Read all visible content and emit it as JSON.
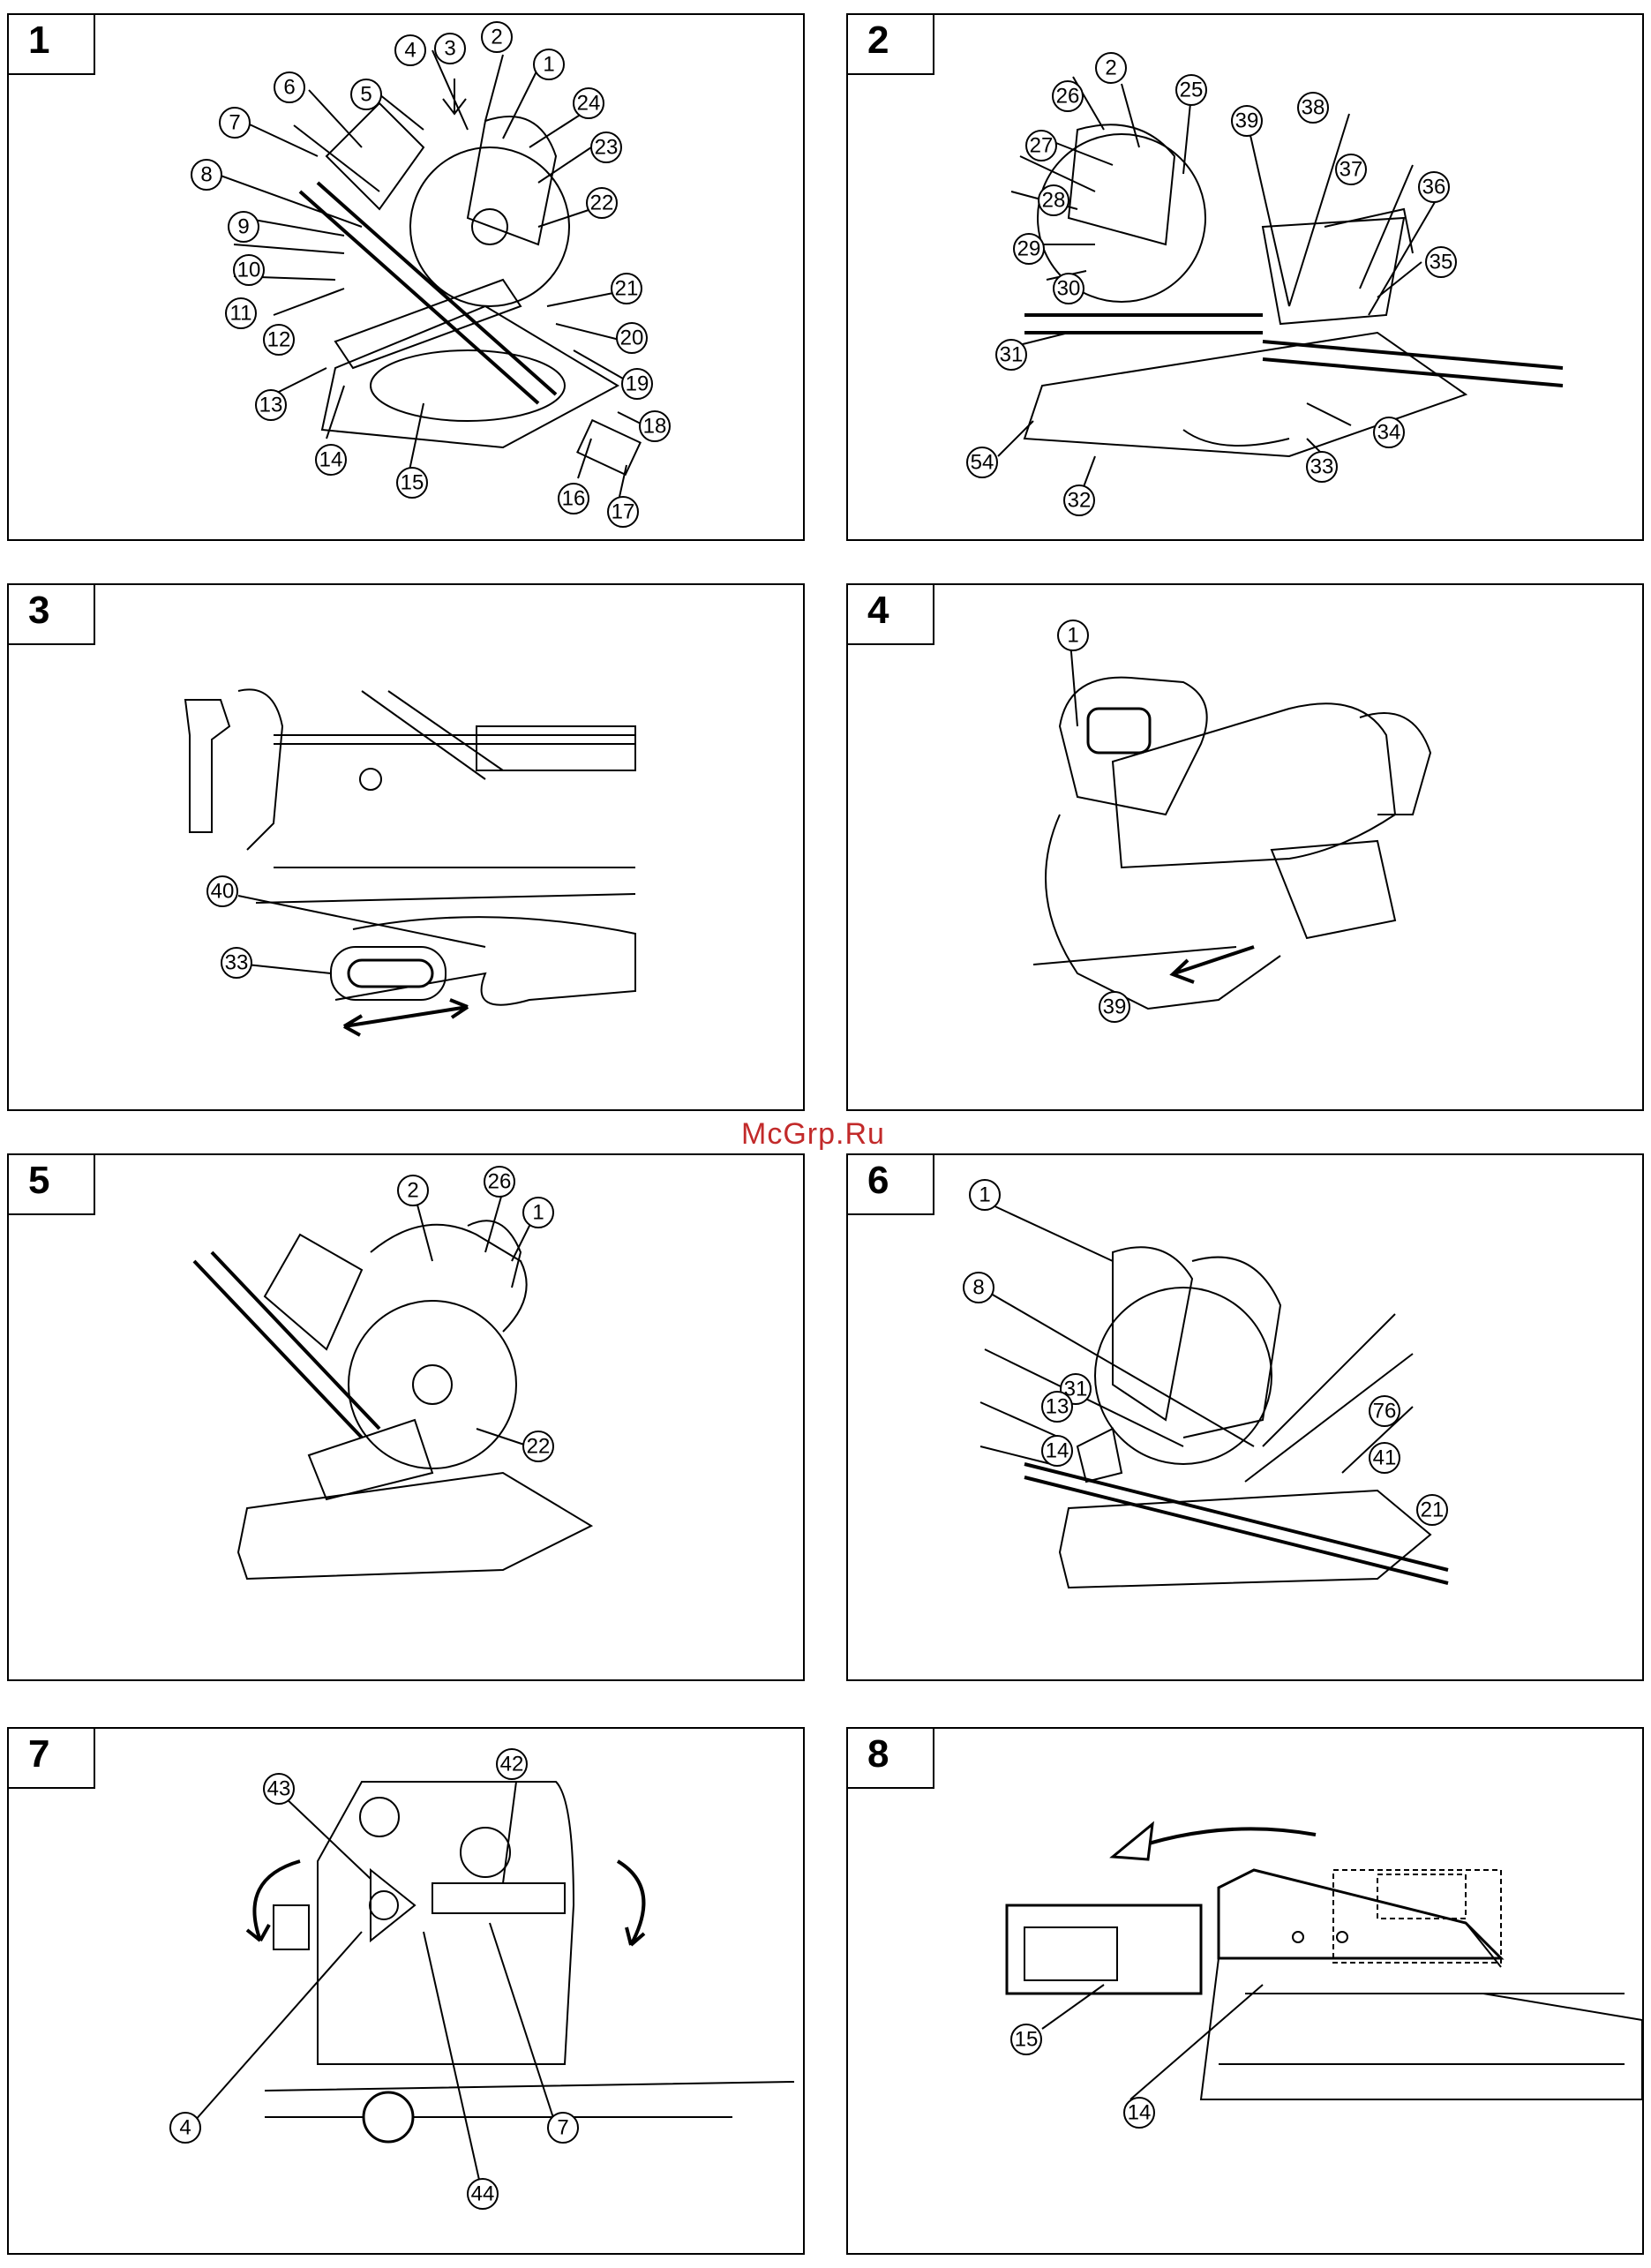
{
  "watermark": "McGrp.Ru",
  "panels": [
    {
      "number": "1",
      "callouts": [
        "1",
        "2",
        "3",
        "4",
        "5",
        "6",
        "7",
        "8",
        "9",
        "10",
        "11",
        "12",
        "13",
        "14",
        "15",
        "16",
        "17",
        "18",
        "19",
        "20",
        "21",
        "22",
        "23",
        "24"
      ]
    },
    {
      "number": "2",
      "callouts": [
        "2",
        "25",
        "26",
        "27",
        "28",
        "29",
        "30",
        "31",
        "32",
        "33",
        "34",
        "35",
        "36",
        "37",
        "38",
        "39",
        "54"
      ]
    },
    {
      "number": "3",
      "callouts": [
        "40",
        "33"
      ]
    },
    {
      "number": "4",
      "callouts": [
        "1",
        "39"
      ]
    },
    {
      "number": "5",
      "callouts": [
        "2",
        "26",
        "1",
        "22"
      ]
    },
    {
      "number": "6",
      "callouts": [
        "1",
        "8",
        "31",
        "13",
        "14",
        "76",
        "41",
        "21"
      ]
    },
    {
      "number": "7",
      "callouts": [
        "43",
        "42",
        "4",
        "7",
        "44"
      ]
    },
    {
      "number": "8",
      "callouts": [
        "15",
        "14"
      ]
    }
  ],
  "colors": {
    "watermark": "#c22a2a",
    "line": "#000000",
    "background": "#ffffff"
  }
}
